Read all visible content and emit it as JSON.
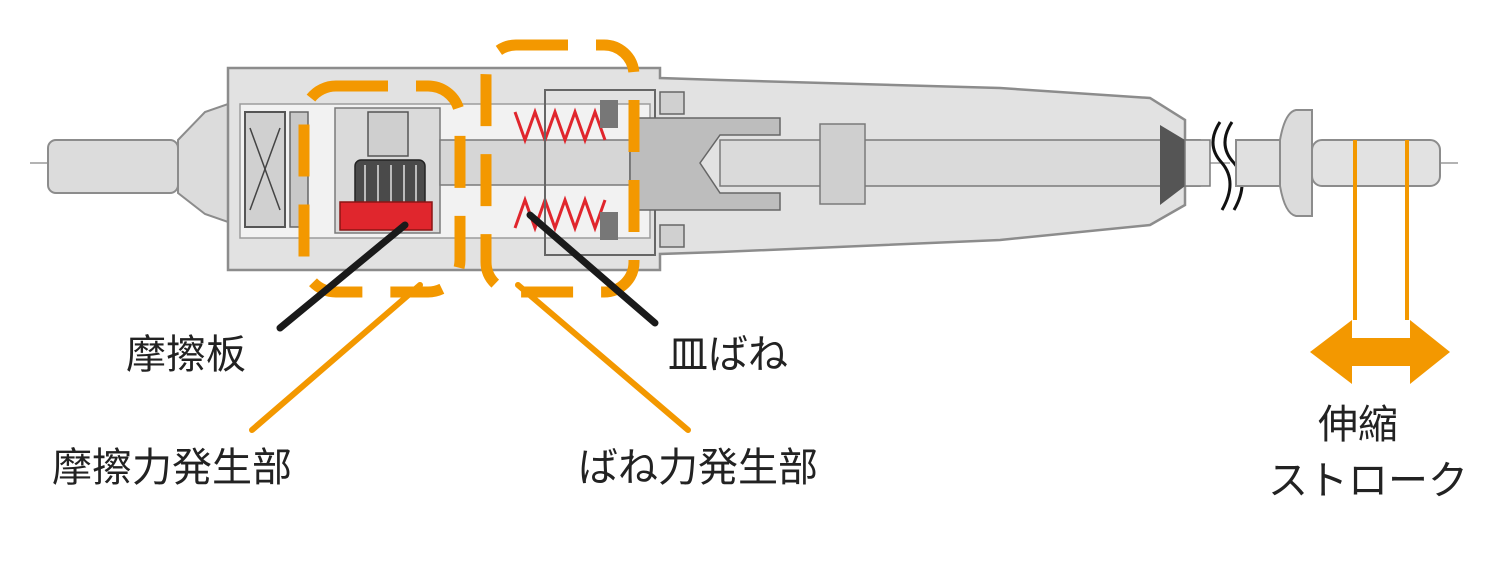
{
  "labels": {
    "friction_plate": "摩擦板",
    "disc_spring": "皿ばね",
    "friction_force_section": "摩擦力発生部",
    "spring_force_section": "ばね力発生部",
    "stroke_line1": "伸縮",
    "stroke_line2": "ストローク"
  },
  "colors": {
    "highlight": "#F39800",
    "leader": "#1a1a1a",
    "spring": "#E0262D",
    "body_fill": "#DCDCDC",
    "body_stroke": "#8C8C8C",
    "inner_fill": "#BDBDBD"
  }
}
